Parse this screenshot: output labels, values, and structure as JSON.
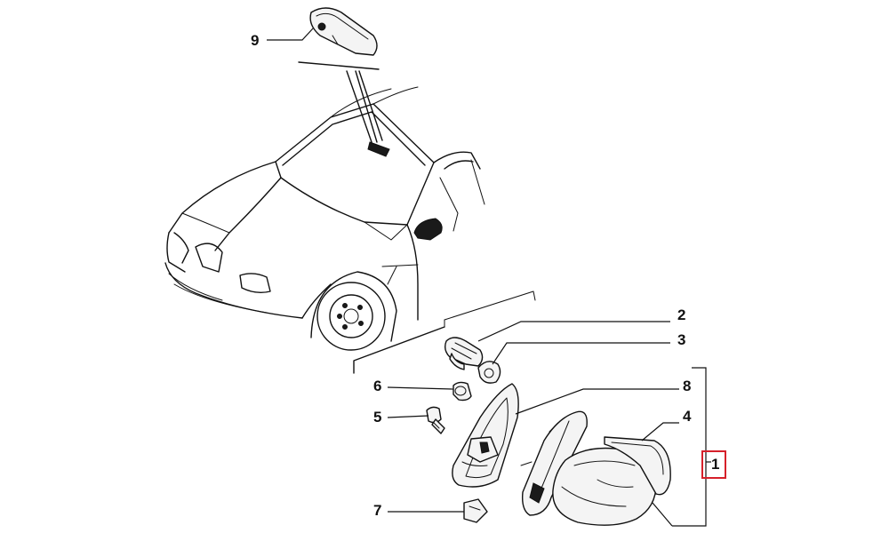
{
  "callouts": [
    {
      "id": "1",
      "label": "1"
    },
    {
      "id": "2",
      "label": "2"
    },
    {
      "id": "3",
      "label": "3"
    },
    {
      "id": "4",
      "label": "4"
    },
    {
      "id": "5",
      "label": "5"
    },
    {
      "id": "6",
      "label": "6"
    },
    {
      "id": "7",
      "label": "7"
    },
    {
      "id": "8",
      "label": "8"
    },
    {
      "id": "9",
      "label": "9"
    }
  ],
  "colors": {
    "line": "#111111",
    "highlight": "#d6202a",
    "background": "#ffffff"
  }
}
